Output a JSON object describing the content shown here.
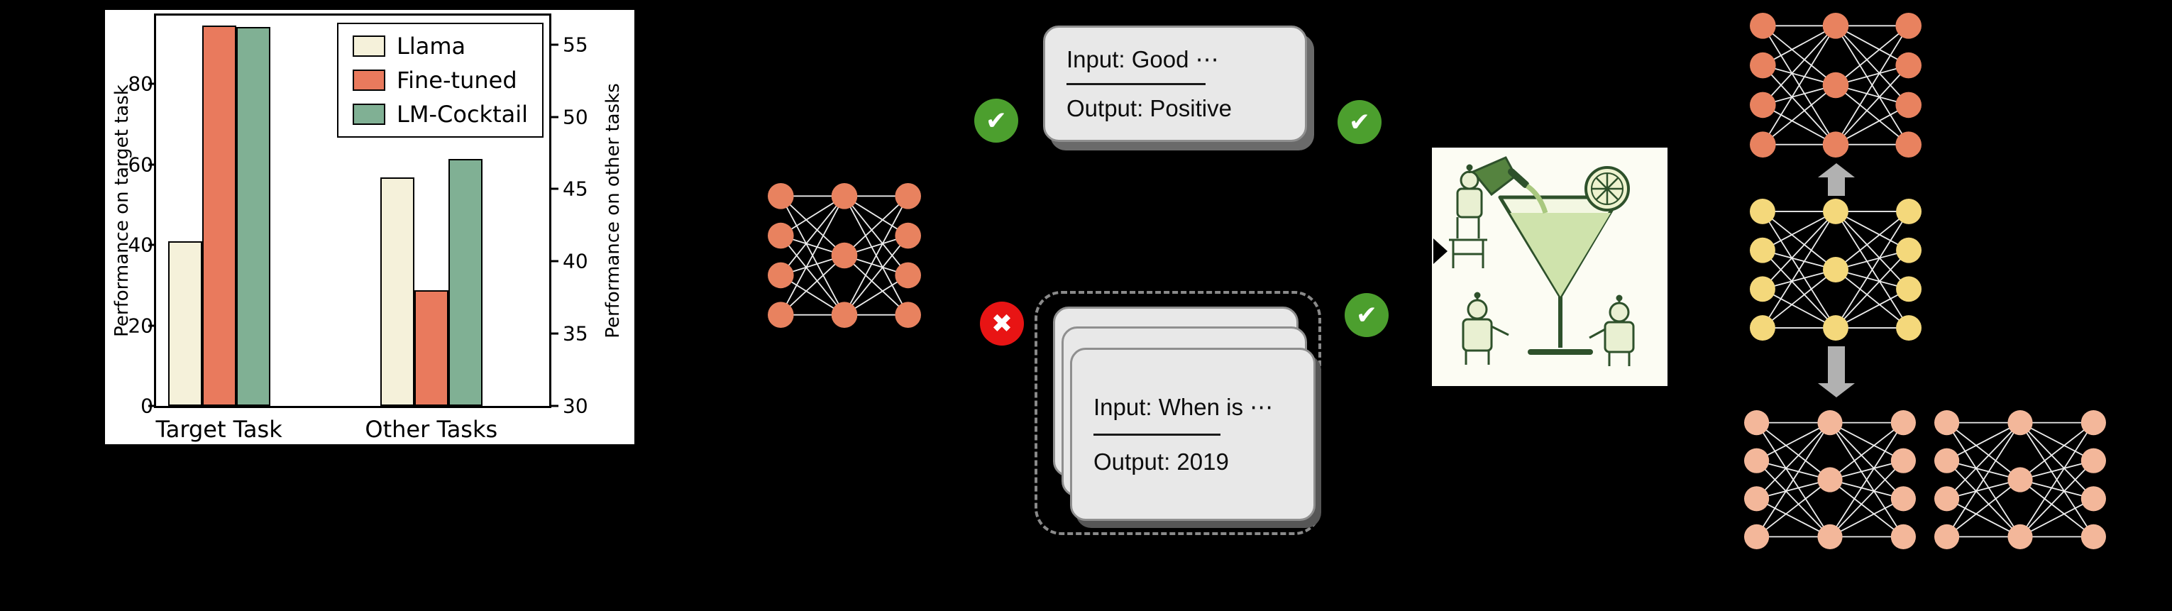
{
  "figure": {
    "background_color": "#000000",
    "chart_panel_color": "#ffffff"
  },
  "chart_data": {
    "type": "bar",
    "title": "",
    "categories": [
      "Target Task",
      "Other Tasks"
    ],
    "series": [
      {
        "name": "Llama",
        "color": "#f5f1da",
        "values": [
          41.0,
          45.8
        ]
      },
      {
        "name": "Fine-tuned",
        "color": "#e97a5d",
        "values": [
          94.5,
          38.0
        ]
      },
      {
        "name": "LM-Cocktail",
        "color": "#80b094",
        "values": [
          94.2,
          47.1
        ]
      }
    ],
    "ylabel_left": "Performance on target task",
    "ylabel_right": "Performance on other tasks",
    "yticks_left": [
      0,
      20,
      40,
      60,
      80
    ],
    "yticks_right": [
      30,
      35,
      40,
      45,
      50,
      55
    ],
    "ylim_left": [
      0,
      97
    ],
    "ylim_right": [
      30,
      57
    ],
    "axis_mapping": "Target Task bars read on left axis; Other Tasks bars read on right axis",
    "grid": false,
    "legend_position": "upper right",
    "bar_edge_color": "#000000"
  },
  "diagram": {
    "edge_color": "#ededed",
    "arrow_color": "#b1b1b1",
    "models": {
      "source": {
        "color": "#e8825f"
      },
      "fine_tuned": {
        "color": "#e8825f"
      },
      "base": {
        "color": "#f4d87b"
      },
      "peer_1": {
        "color": "#f3b79a"
      },
      "peer_2": {
        "color": "#f3b79a"
      }
    },
    "cards": {
      "target_example": {
        "input_line": "Input: Good ⋯",
        "output_line": "Output: Positive"
      },
      "other_example": {
        "input_line": "Input: When is ⋯",
        "output_line": "Output: 2019"
      }
    },
    "marks": {
      "check_glyph": "✔",
      "cross_glyph": "✖",
      "check_color": "#4c9f2e",
      "cross_color": "#e81414"
    }
  }
}
